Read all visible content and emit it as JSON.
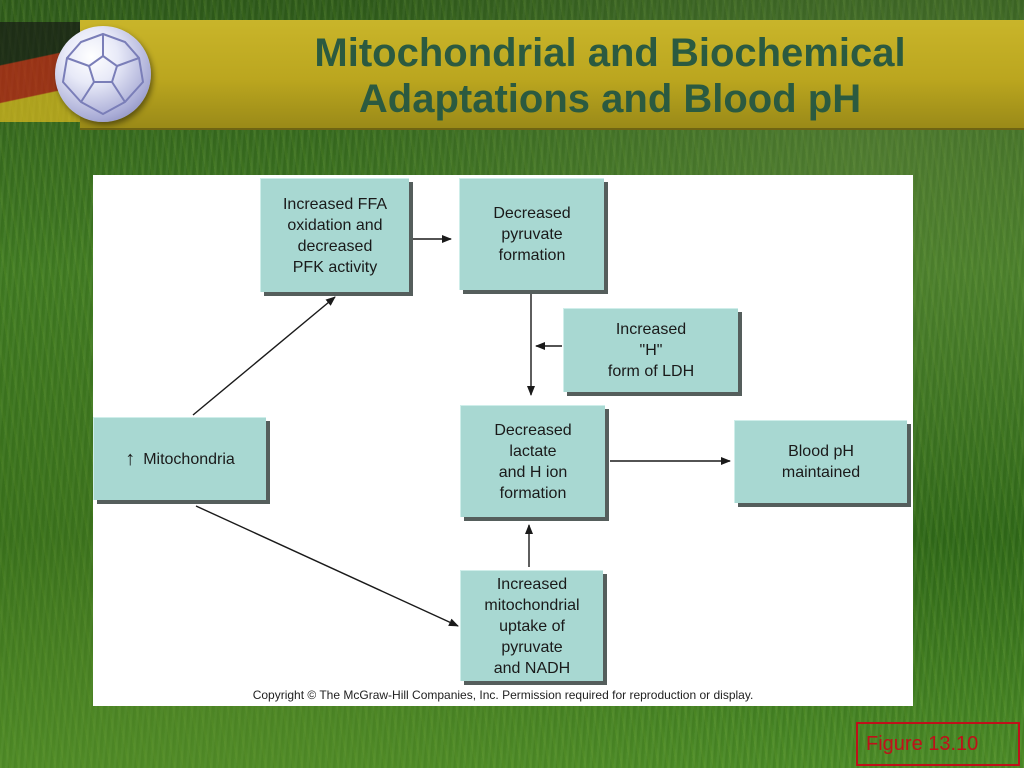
{
  "slide": {
    "title_line1": "Mitochondrial and Biochemical",
    "title_line2": "Adaptations and Blood pH",
    "figure_label": "Figure 13.10"
  },
  "diagram": {
    "nodes": {
      "ffa": "Increased FFA\noxidation and\ndecreased\nPFK activity",
      "pyruvate": "Decreased\npyruvate\nformation",
      "ldh": "Increased\n\"H\"\nform of LDH",
      "mito_arrow": "↑",
      "mito": "Mitochondria",
      "lactate": "Decreased\nlactate\nand H ion\nformation",
      "bloodph": "Blood pH\nmaintained",
      "uptake": "Increased\nmitochondrial\nuptake of\npyruvate\nand NADH"
    },
    "copyright": "Copyright © The McGraw-Hill Companies, Inc. Permission required for reproduction or display."
  },
  "colors": {
    "node_fill": "#a8d8d2",
    "title_text": "#2b5a40",
    "title_bar": "#bba61f",
    "figure_label": "#c0101a"
  }
}
